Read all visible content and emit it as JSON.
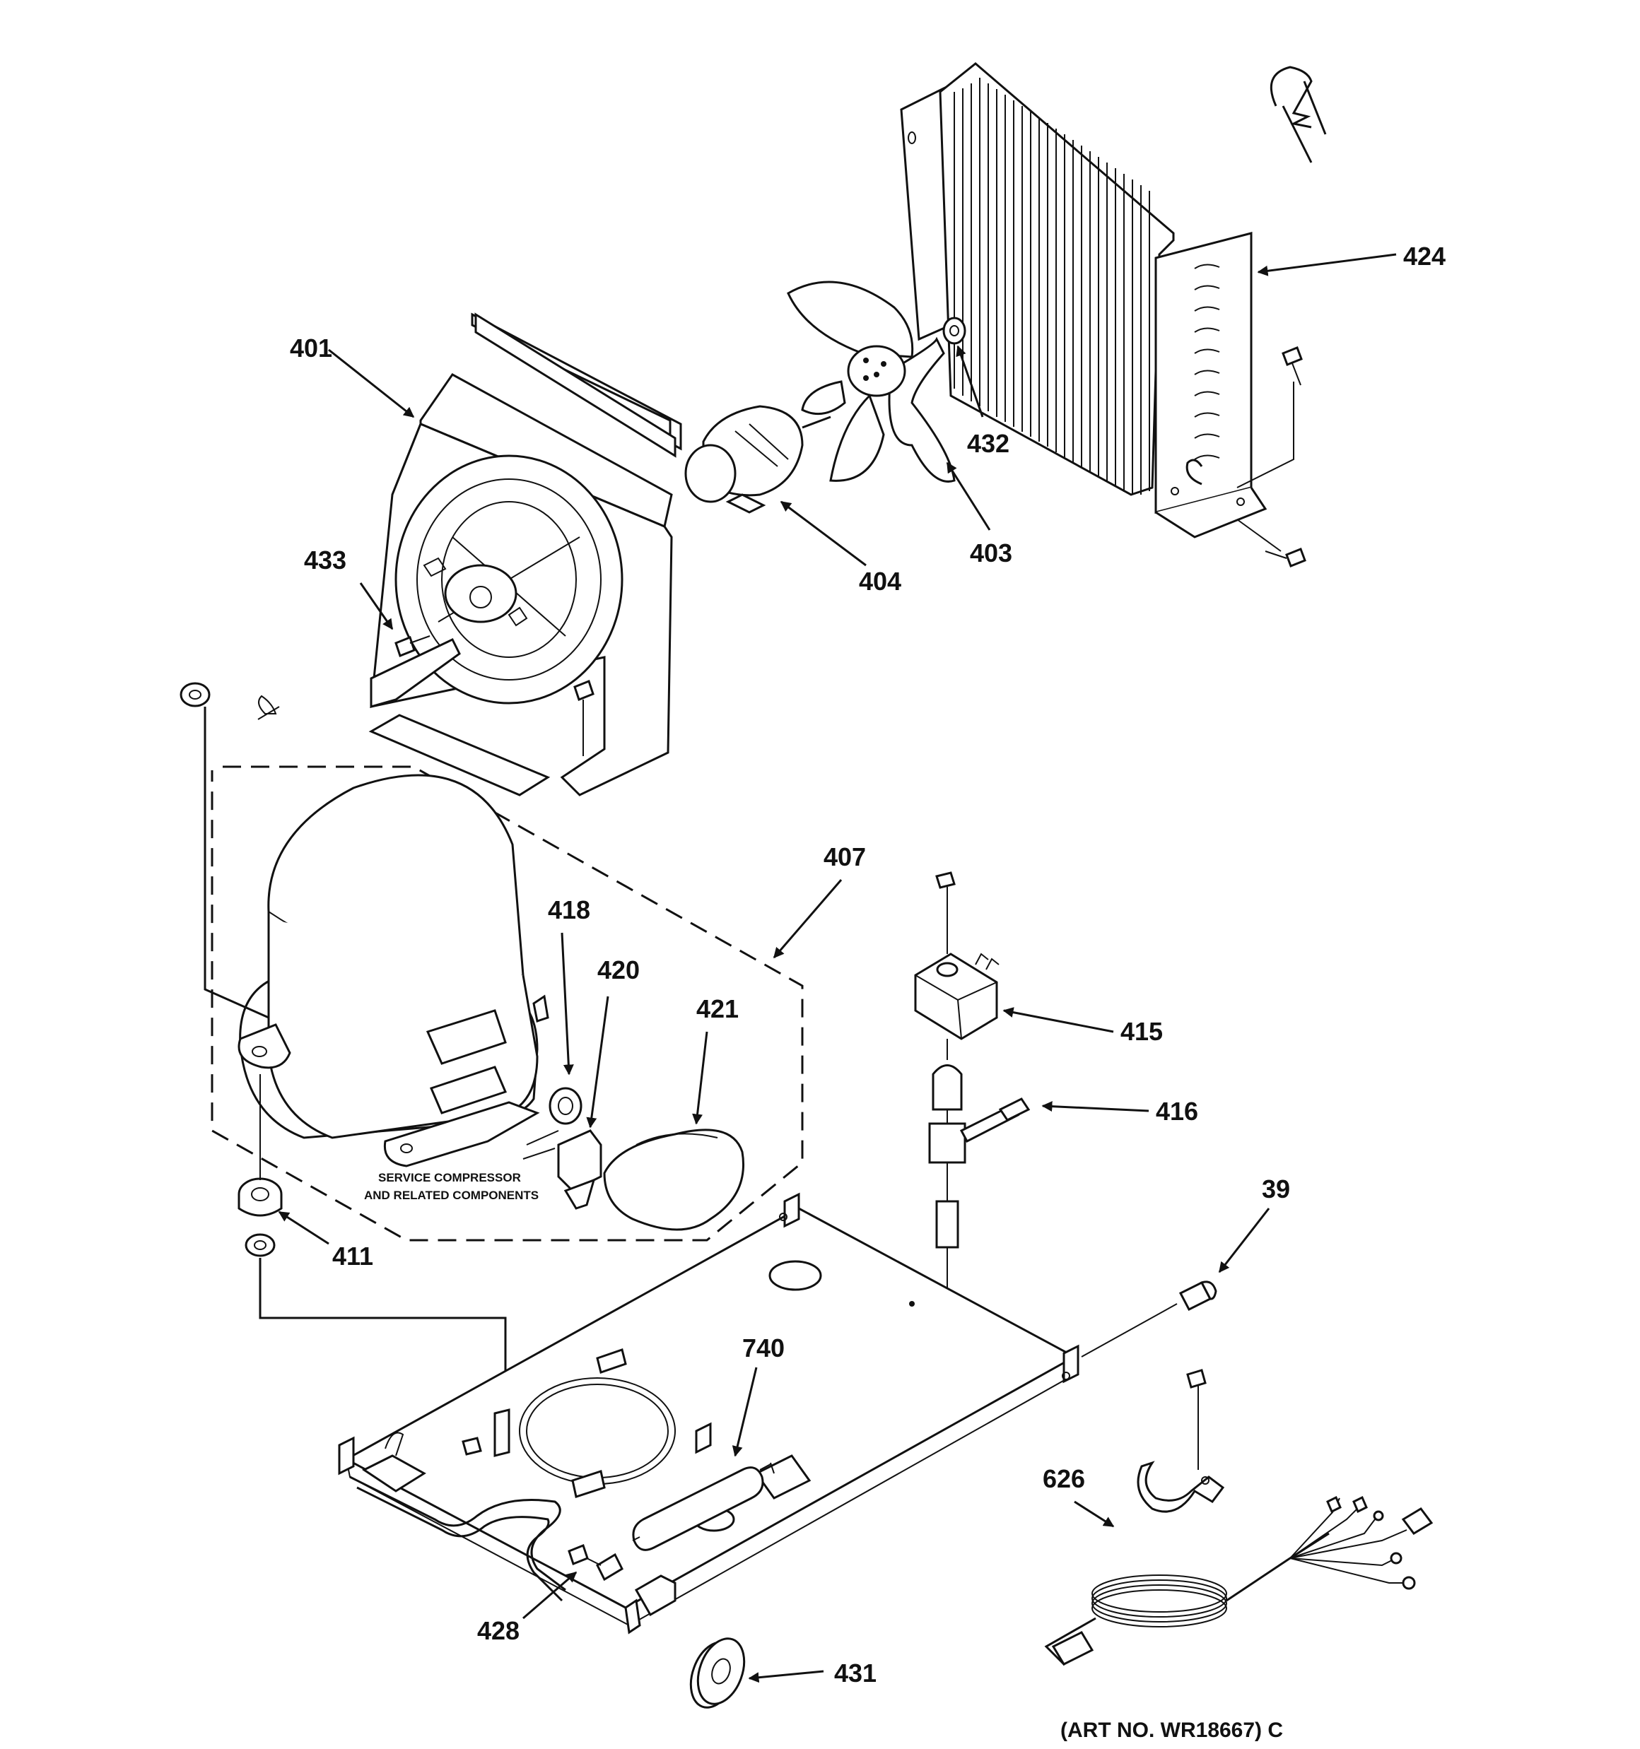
{
  "callouts": {
    "c401": "401",
    "c433": "433",
    "c404": "404",
    "c403": "403",
    "c432": "432",
    "c424": "424",
    "c407": "407",
    "c418": "418",
    "c420": "420",
    "c421": "421",
    "c415": "415",
    "c416": "416",
    "c39": "39",
    "c411": "411",
    "c740": "740",
    "c626": "626",
    "c428": "428",
    "c431": "431"
  },
  "service_note": {
    "line1": "SERVICE COMPRESSOR",
    "line2": "AND RELATED COMPONENTS"
  },
  "art_number": "(ART NO. WR18667) C"
}
